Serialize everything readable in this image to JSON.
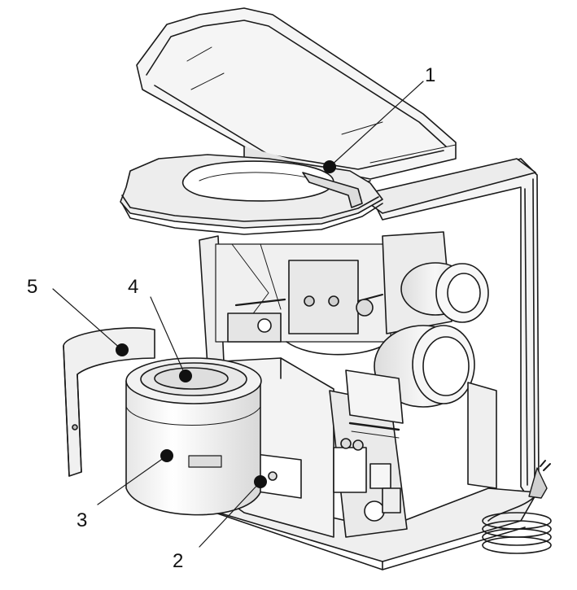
{
  "figure": {
    "description_colors": {
      "line": "#1a1a1a",
      "fill_light": "#f2f2f2",
      "fill_mid": "#e2e2e2",
      "fill_dark": "#c8c8c8",
      "callout_dot": "#111111"
    },
    "callouts": [
      {
        "number": "1"
      },
      {
        "number": "2"
      },
      {
        "number": "3"
      },
      {
        "number": "4"
      },
      {
        "number": "5"
      }
    ]
  }
}
